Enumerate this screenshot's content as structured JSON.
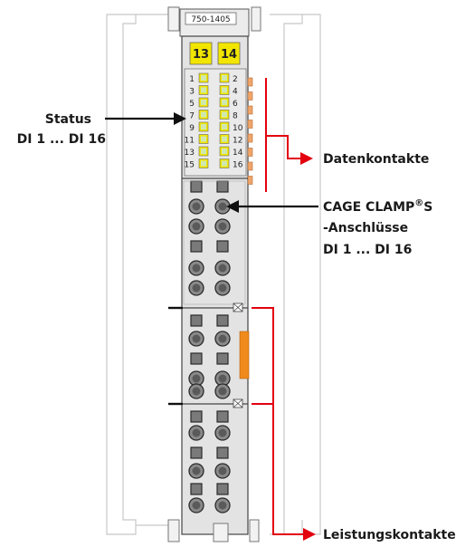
{
  "module": {
    "article_number": "750-1405",
    "channel_labels": [
      "13",
      "14"
    ],
    "led_numbers_left": [
      "1",
      "3",
      "5",
      "7",
      "9",
      "11",
      "13",
      "15"
    ],
    "led_numbers_right": [
      "2",
      "4",
      "6",
      "8",
      "10",
      "12",
      "14",
      "16"
    ]
  },
  "callouts": {
    "status_line1": "Status",
    "status_line2": "DI 1 ... DI 16",
    "data_contacts": "Datenkontakte",
    "cage_clamp_line1_main": "CAGE CLAMP",
    "cage_clamp_line1_reg": "®",
    "cage_clamp_line1_suffix": "S",
    "cage_clamp_line2": "-Anschlüsse",
    "cage_clamp_line3": "DI 1 ... DI 16",
    "power_contacts": "Leistungskontakte"
  },
  "colors": {
    "housing": "#d9d9d9",
    "led_green": "#cfe8b0",
    "led_yellow": "#f2e600",
    "accent_red": "#e3000f",
    "contact_orange": "#f0a56a",
    "power_orange": "#f08a1c"
  }
}
